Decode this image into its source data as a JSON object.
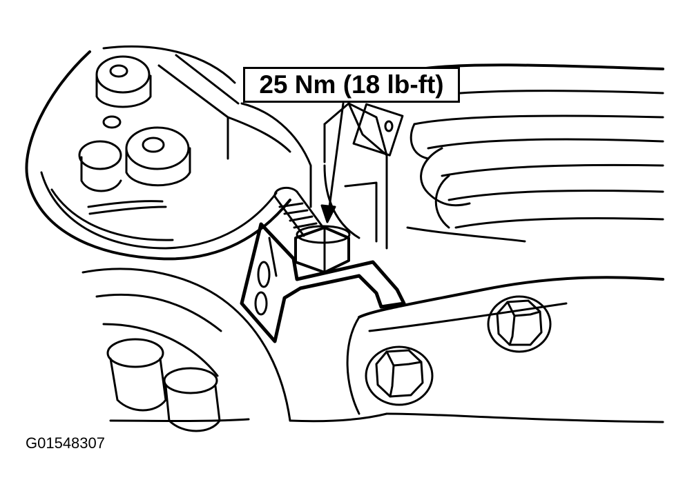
{
  "diagram": {
    "callout": {
      "torque_label": "25 Nm (18 lb-ft)"
    },
    "figure_id": "G01548307",
    "parts": [
      "pulley-assembly",
      "stud-bolt",
      "nut",
      "bracket",
      "support-arm",
      "hex-bolts",
      "engine-fins"
    ],
    "colors": {
      "ink": "#000000",
      "paper": "#ffffff"
    }
  }
}
